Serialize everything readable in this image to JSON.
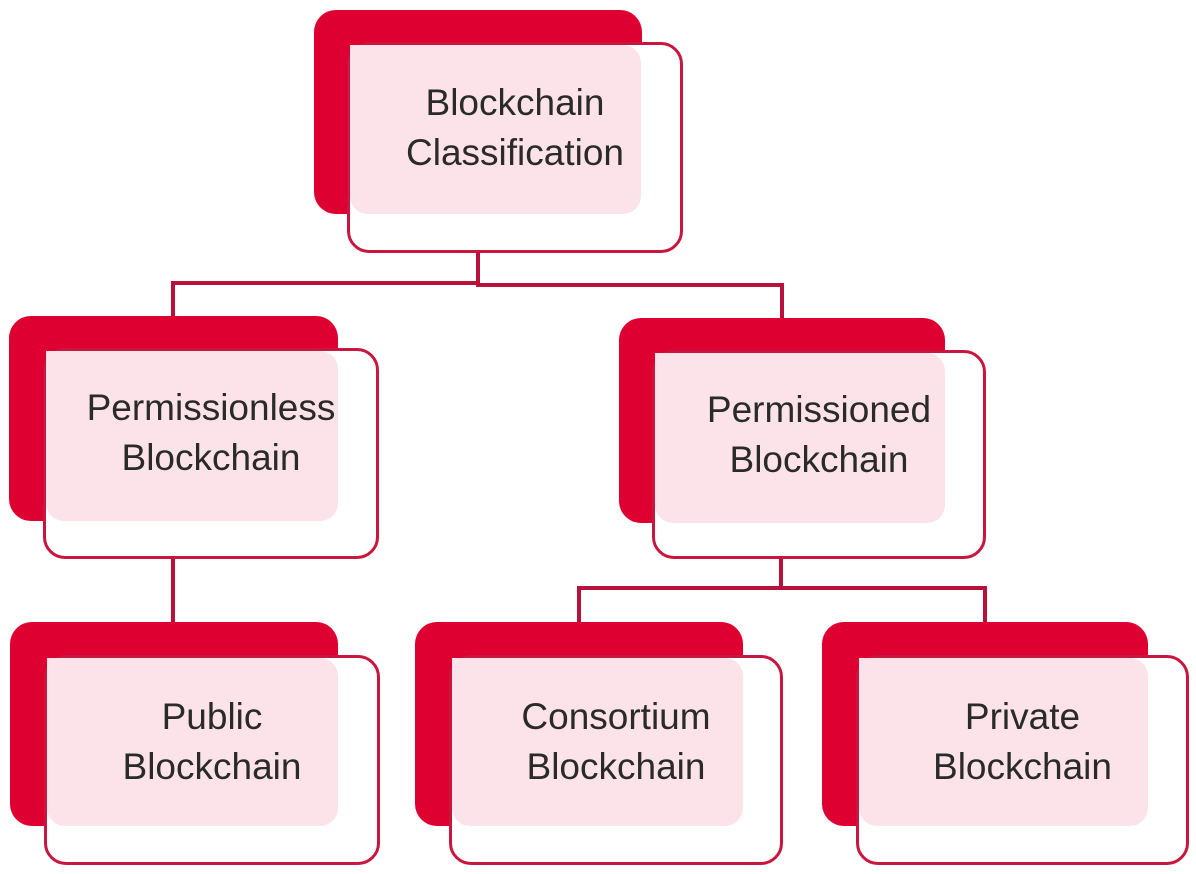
{
  "diagram": {
    "title": "Blockchain Classification",
    "colors": {
      "back_fill": "#de0030",
      "front_border": "#c8163e",
      "overlap_fill": "#fbe3e9",
      "connector": "#b8123c",
      "text": "#2a2a2a"
    },
    "nodes": {
      "root": {
        "line1": "Blockchain",
        "line2": "Classification"
      },
      "permissionless": {
        "line1": "Permissionless",
        "line2": "Blockchain"
      },
      "permissioned": {
        "line1": "Permissioned",
        "line2": "Blockchain"
      },
      "public": {
        "line1": "Public",
        "line2": "Blockchain"
      },
      "consortium": {
        "line1": "Consortium",
        "line2": "Blockchain"
      },
      "private": {
        "line1": "Private",
        "line2": "Blockchain"
      }
    },
    "edges": [
      {
        "from": "Blockchain Classification",
        "to": "Permissionless Blockchain"
      },
      {
        "from": "Blockchain Classification",
        "to": "Permissioned Blockchain"
      },
      {
        "from": "Permissionless Blockchain",
        "to": "Public Blockchain"
      },
      {
        "from": "Permissioned Blockchain",
        "to": "Consortium Blockchain"
      },
      {
        "from": "Permissioned Blockchain",
        "to": "Private Blockchain"
      }
    ]
  }
}
